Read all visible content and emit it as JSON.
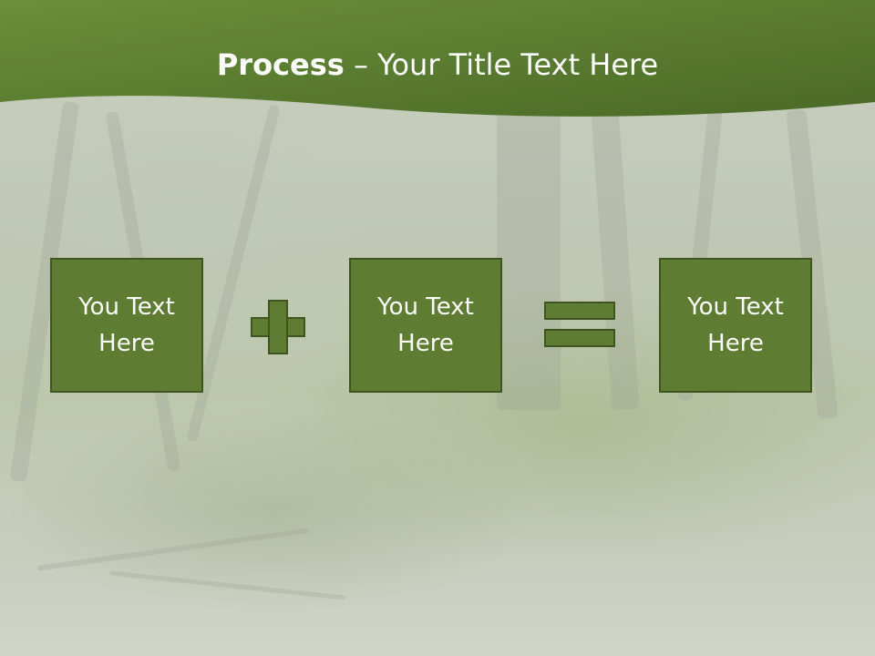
{
  "slide": {
    "title_bold": "Process",
    "title_rest": " – Your Title Text Here",
    "boxes": [
      {
        "line1": "You Text",
        "line2": "Here"
      },
      {
        "line1": "You Text",
        "line2": "Here"
      },
      {
        "line1": "You Text",
        "line2": "Here"
      }
    ],
    "operators": [
      "plus-icon",
      "equals-icon"
    ]
  },
  "colors": {
    "header_dark": "#4a6a26",
    "header_light": "#6b8f3a",
    "box_fill": "#5f7c33",
    "box_border": "#3e5520",
    "text": "#ffffff"
  }
}
